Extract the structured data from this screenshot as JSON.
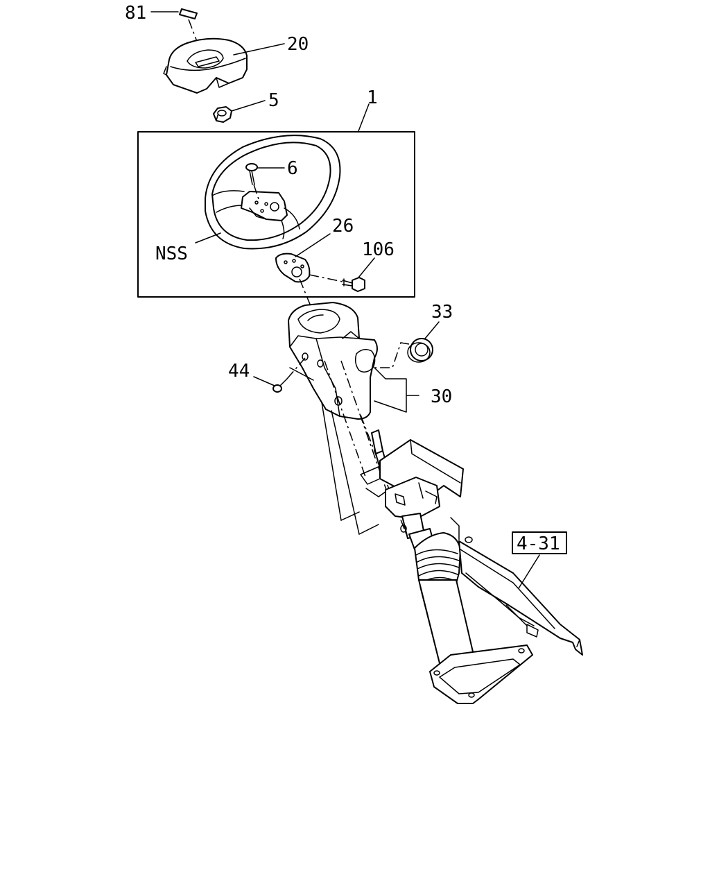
{
  "callouts": {
    "p81": "81",
    "p20": "20",
    "p5": "5",
    "p1": "1",
    "p6": "6",
    "p26": "26",
    "p106": "106",
    "nss": "NSS",
    "p33": "33",
    "p44": "44",
    "p30": "30",
    "ref": "4-31"
  }
}
